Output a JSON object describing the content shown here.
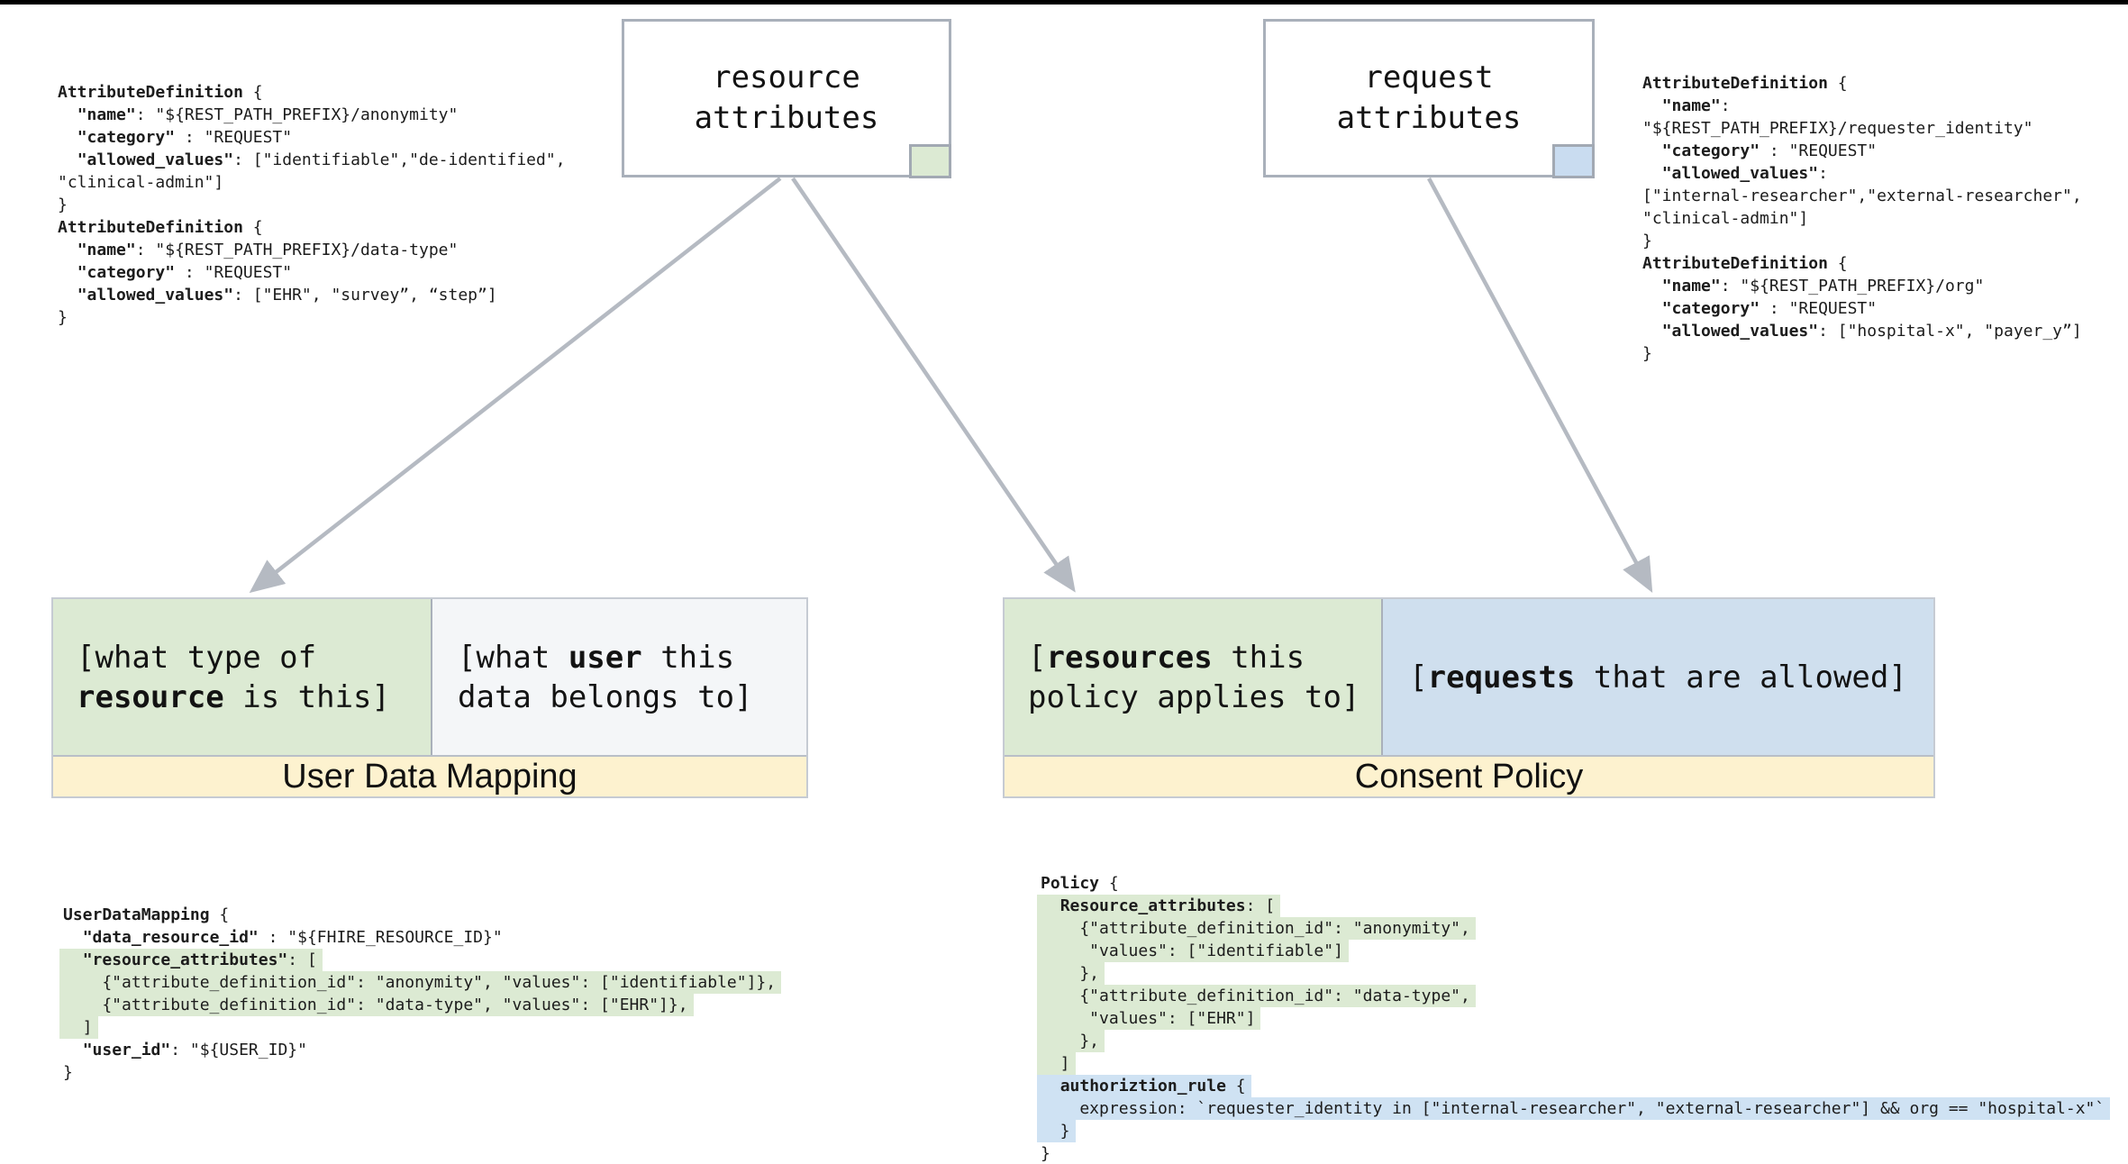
{
  "colors": {
    "resource_green": "#dcead3",
    "request_blue": "#cfe2f3",
    "consent_blue_cell": "#cfdfee",
    "label_yellow": "#fdf2cf",
    "arrow_gray": "#b5bac2"
  },
  "boxes": {
    "resource": {
      "title": [
        "resource",
        "attributes"
      ]
    },
    "request": {
      "title": [
        "request",
        "attributes"
      ]
    }
  },
  "tables": {
    "user_data_mapping": {
      "label": "User Data Mapping",
      "left_cell_lines": [
        [
          [
            "[what type of",
            0
          ]
        ],
        [
          [
            "resource",
            1
          ],
          [
            " is this]",
            0
          ]
        ]
      ],
      "right_cell_lines": [
        [
          [
            "[what ",
            0
          ],
          [
            "user",
            1
          ],
          [
            " this",
            0
          ]
        ],
        [
          [
            "data belongs to]",
            0
          ]
        ]
      ]
    },
    "consent_policy": {
      "label": "Consent Policy",
      "left_cell_lines": [
        [
          [
            "[",
            0
          ],
          [
            "resources",
            1
          ],
          [
            " this",
            0
          ]
        ],
        [
          [
            "policy applies to]",
            0
          ]
        ]
      ],
      "right_cell_lines": [
        [
          [
            "[",
            0
          ],
          [
            "requests",
            1
          ],
          [
            " that are allowed]",
            0
          ]
        ]
      ]
    }
  },
  "code": {
    "attr_left": [
      [
        [
          "AttributeDefinition",
          1
        ],
        [
          " {",
          0
        ]
      ],
      [
        [
          "  ",
          0
        ],
        [
          "\"name\"",
          1
        ],
        [
          ": \"${REST_PATH_PREFIX}/anonymity\"",
          0
        ]
      ],
      [
        [
          "  ",
          0
        ],
        [
          "\"category\"",
          1
        ],
        [
          " : \"REQUEST\"",
          0
        ]
      ],
      [
        [
          "  ",
          0
        ],
        [
          "\"allowed_values\"",
          1
        ],
        [
          ": [\"identifiable\",\"de-identified\",",
          0
        ]
      ],
      [
        [
          "\"clinical-admin\"]",
          0
        ]
      ],
      [
        [
          "}",
          0
        ]
      ],
      [
        [
          "AttributeDefinition",
          1
        ],
        [
          " {",
          0
        ]
      ],
      [
        [
          "  ",
          0
        ],
        [
          "\"name\"",
          1
        ],
        [
          ": \"${REST_PATH_PREFIX}/data-type\"",
          0
        ]
      ],
      [
        [
          "  ",
          0
        ],
        [
          "\"category\"",
          1
        ],
        [
          " : \"REQUEST\"",
          0
        ]
      ],
      [
        [
          "  ",
          0
        ],
        [
          "\"allowed_values\"",
          1
        ],
        [
          ": [\"EHR\", \"survey”, “step”]",
          0
        ]
      ],
      [
        [
          "}",
          0
        ]
      ]
    ],
    "attr_right": [
      [
        [
          "AttributeDefinition",
          1
        ],
        [
          " {",
          0
        ]
      ],
      [
        [
          "  ",
          0
        ],
        [
          "\"name\"",
          1
        ],
        [
          ":",
          0
        ]
      ],
      [
        [
          "\"${REST_PATH_PREFIX}/requester_identity\"",
          0
        ]
      ],
      [
        [
          "  ",
          0
        ],
        [
          "\"category\"",
          1
        ],
        [
          " : \"REQUEST\"",
          0
        ]
      ],
      [
        [
          "  ",
          0
        ],
        [
          "\"allowed_values\"",
          1
        ],
        [
          ":",
          0
        ]
      ],
      [
        [
          "[\"internal-researcher\",\"external-researcher\",",
          0
        ]
      ],
      [
        [
          "\"clinical-admin\"]",
          0
        ]
      ],
      [
        [
          "}",
          0
        ]
      ],
      [
        [
          "AttributeDefinition",
          1
        ],
        [
          " {",
          0
        ]
      ],
      [
        [
          "  ",
          0
        ],
        [
          "\"name\"",
          1
        ],
        [
          ": \"${REST_PATH_PREFIX}/org\"",
          0
        ]
      ],
      [
        [
          "  ",
          0
        ],
        [
          "\"category\"",
          1
        ],
        [
          " : \"REQUEST\"",
          0
        ]
      ],
      [
        [
          "  ",
          0
        ],
        [
          "\"allowed_values\"",
          1
        ],
        [
          ": [\"hospital-x\", \"payer_y”]",
          0
        ]
      ],
      [
        [
          "}",
          0
        ]
      ]
    ],
    "udm": [
      [
        [
          "UserDataMapping",
          1
        ],
        [
          " {",
          0
        ]
      ],
      [
        [
          "  ",
          0
        ],
        [
          "\"data_resource_id\"",
          1
        ],
        [
          " : \"${FHIRE_RESOURCE_ID}\"",
          0
        ]
      ],
      {
        "h": "g",
        "s": [
          [
            "  ",
            0
          ],
          [
            "\"resource_attributes\"",
            1
          ],
          [
            ": [",
            0
          ]
        ]
      },
      {
        "h": "g",
        "s": [
          [
            "    {\"attribute_definition_id\": \"anonymity\", \"values\": [\"identifiable\"]},",
            0
          ]
        ]
      },
      {
        "h": "g",
        "s": [
          [
            "    {\"attribute_definition_id\": \"data-type\", \"values\": [\"EHR\"]},",
            0
          ]
        ]
      },
      {
        "h": "g",
        "s": [
          [
            "  ]",
            0
          ]
        ]
      },
      [
        [
          "  ",
          0
        ],
        [
          "\"user_id\"",
          1
        ],
        [
          ": \"${USER_ID}\"",
          0
        ]
      ],
      [
        [
          "}",
          0
        ]
      ]
    ],
    "policy": [
      [
        [
          "Policy",
          1
        ],
        [
          " {",
          0
        ]
      ],
      {
        "h": "g",
        "s": [
          [
            "  ",
            0
          ],
          [
            "Resource_attributes",
            1
          ],
          [
            ": [",
            0
          ]
        ]
      },
      {
        "h": "g",
        "s": [
          [
            "    {\"attribute_definition_id\": \"anonymity\",",
            0
          ]
        ]
      },
      {
        "h": "g",
        "s": [
          [
            "     \"values\": [\"identifiable\"]",
            0
          ]
        ]
      },
      {
        "h": "g",
        "s": [
          [
            "    },",
            0
          ]
        ]
      },
      {
        "h": "g",
        "s": [
          [
            "    {\"attribute_definition_id\": \"data-type\",",
            0
          ]
        ]
      },
      {
        "h": "g",
        "s": [
          [
            "     \"values\": [\"EHR\"]",
            0
          ]
        ]
      },
      {
        "h": "g",
        "s": [
          [
            "    },",
            0
          ]
        ]
      },
      {
        "h": "g",
        "s": [
          [
            "  ]",
            0
          ]
        ]
      },
      {
        "h": "b",
        "s": [
          [
            "  ",
            0
          ],
          [
            "authoriztion_rule",
            1
          ],
          [
            " {",
            0
          ]
        ]
      },
      {
        "h": "b",
        "s": [
          [
            "    expression: `requester_identity in [\"internal-researcher\", \"external-researcher\"] && org == \"hospital-x\"`",
            0
          ]
        ]
      },
      {
        "h": "b",
        "s": [
          [
            "  }",
            0
          ]
        ]
      },
      [
        [
          "}",
          0
        ]
      ]
    ]
  }
}
